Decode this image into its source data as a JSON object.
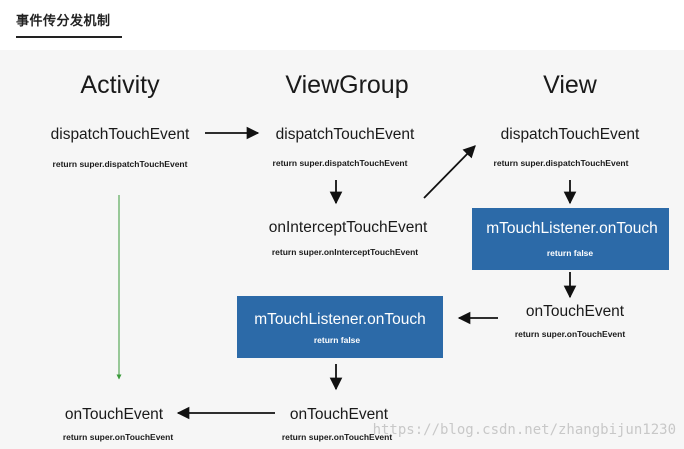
{
  "header": {
    "title": "事件传分发机制"
  },
  "columns": {
    "activity": "Activity",
    "viewgroup": "ViewGroup",
    "view": "View"
  },
  "nodes": {
    "activity_dispatch": {
      "method": "dispatchTouchEvent",
      "ret": "return super.dispatchTouchEvent"
    },
    "viewgroup_dispatch": {
      "method": "dispatchTouchEvent",
      "ret": "return super.dispatchTouchEvent"
    },
    "view_dispatch": {
      "method": "dispatchTouchEvent",
      "ret": "return super.dispatchTouchEvent"
    },
    "viewgroup_intercept": {
      "method": "onInterceptTouchEvent",
      "ret": "return super.onInterceptTouchEvent"
    },
    "view_listener_box": {
      "title": "mTouchListener.onTouch",
      "sub": "return false"
    },
    "view_ontouch": {
      "method": "onTouchEvent",
      "ret": "return super.onTouchEvent"
    },
    "viewgroup_listener_box": {
      "title": "mTouchListener.onTouch",
      "sub": "return false"
    },
    "viewgroup_ontouch": {
      "method": "onTouchEvent",
      "ret": "return super.onTouchEvent"
    },
    "activity_ontouch": {
      "method": "onTouchEvent",
      "ret": "return super.onTouchEvent"
    }
  },
  "colors": {
    "box_fill": "#2c6aa8",
    "arrow": "#111111",
    "green_line": "#3a9a3a",
    "background": "#f6f6f6"
  },
  "watermark": "https://blog.csdn.net/zhangbijun1230"
}
